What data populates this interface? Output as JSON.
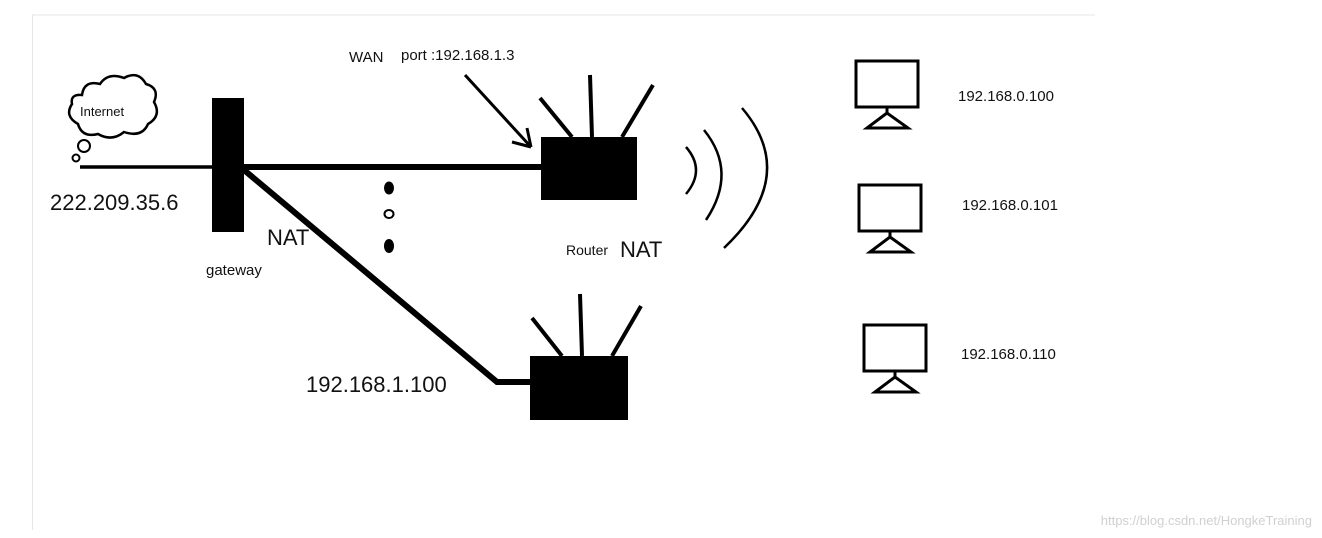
{
  "labels": {
    "internet": "Internet",
    "public_ip": "222.209.35.6",
    "gateway": "gateway",
    "nat_gateway": "NAT",
    "wan_prefix": "WAN",
    "wan_port": "port :192.168.1.3",
    "router": "Router",
    "nat_router": "NAT",
    "second_router_ip": "192.168.1.100"
  },
  "clients": [
    {
      "ip": "192.168.0.100"
    },
    {
      "ip": "192.168.0.101"
    },
    {
      "ip": "192.168.0.110"
    }
  ],
  "watermark": "https://blog.csdn.net/HongkeTraining",
  "colors": {
    "ink": "#000000",
    "frame": "#e6e6e6",
    "watermark": "#d0d0d0"
  }
}
